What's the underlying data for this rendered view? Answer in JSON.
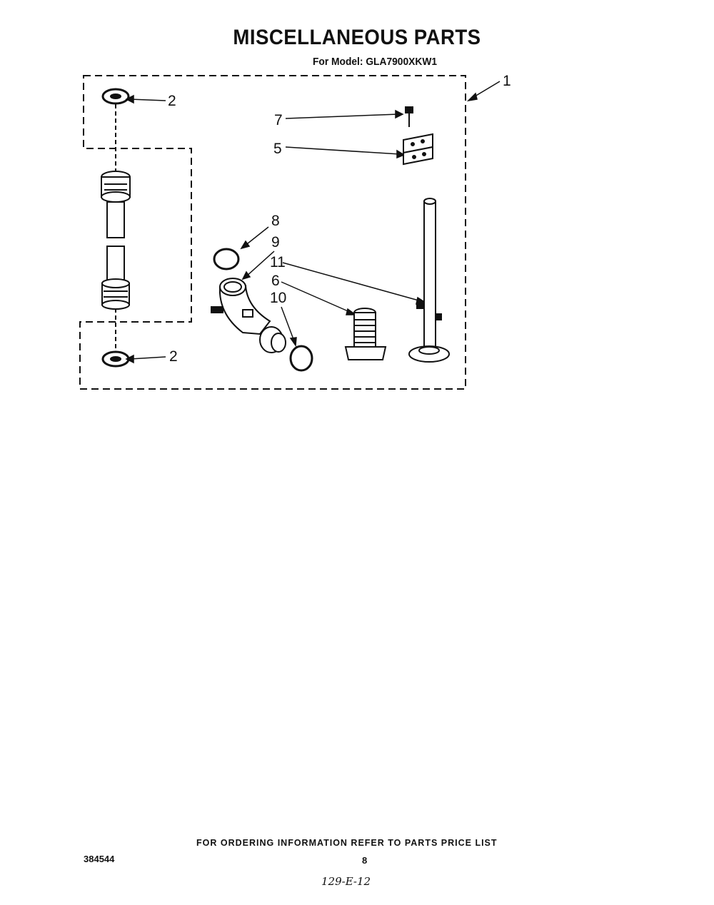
{
  "header": {
    "title": "MISCELLANEOUS PARTS",
    "model_line": "For Model: GLA7900XKW1"
  },
  "callouts": {
    "c1": "1",
    "c2a": "2",
    "c2b": "2",
    "c5": "5",
    "c6": "6",
    "c7": "7",
    "c8": "8",
    "c9": "9",
    "c10": "10",
    "c11": "11"
  },
  "footer": {
    "ordering_note": "FOR ORDERING INFORMATION REFER TO PARTS PRICE LIST",
    "document_number": "384544",
    "page_number": "8",
    "handwritten_code": "129-E-12"
  }
}
